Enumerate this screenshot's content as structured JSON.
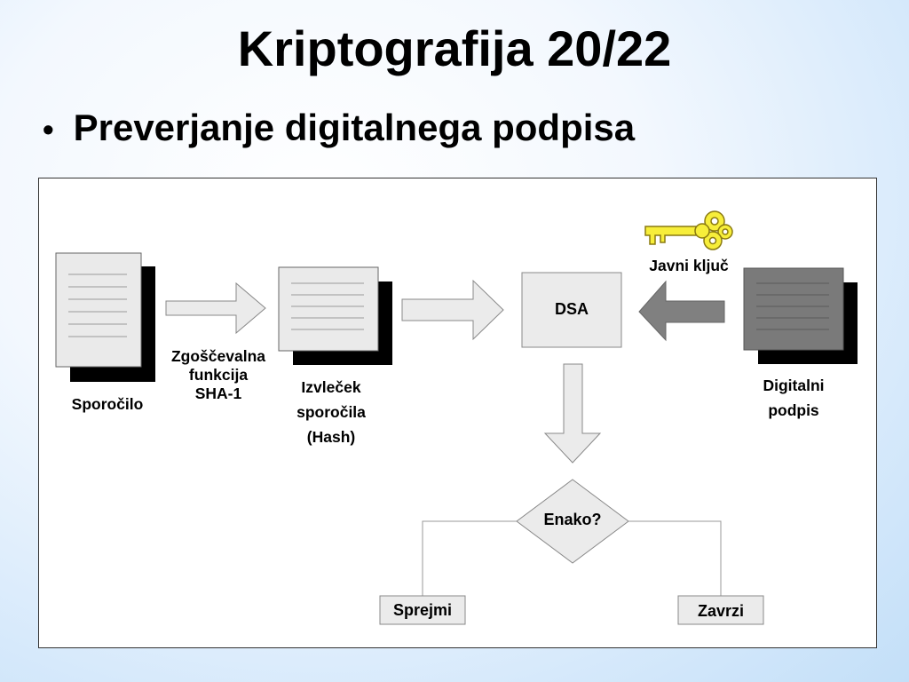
{
  "slide": {
    "title": "Kriptografija 20/22",
    "bullet": "Preverjanje digitalnega podpisa"
  },
  "diagram": {
    "message_label": "Sporočilo",
    "hash_function_label": [
      "Zgoščevalna",
      "funkcija",
      "SHA-1"
    ],
    "digest_label": [
      "Izvleček",
      "sporočila",
      "(Hash)"
    ],
    "algorithm_label": "DSA",
    "public_key_label": "Javni ključ",
    "signature_label": [
      "Digitalni",
      "podpis"
    ],
    "decision_label": "Enako?",
    "accept_label": "Sprejmi",
    "reject_label": "Zavrzi"
  },
  "colors": {
    "key": "#f7ee3a",
    "document": "#eaeaea",
    "signature_document": "#7a7a7a",
    "arrow_light": "#ebebeb",
    "arrow_dark": "#808080",
    "background_edge": "#c3dff8"
  },
  "icons": [
    "document-icon",
    "key-icon",
    "arrow-right-icon",
    "arrow-left-icon",
    "arrow-down-icon"
  ]
}
